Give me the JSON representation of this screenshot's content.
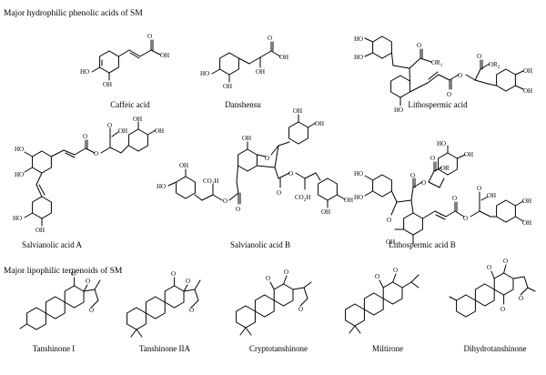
{
  "sections": {
    "hydrophilic_title": "Major hydrophilic phenolic acids of SM",
    "lipophilic_title": "Major lipophilic terpenoids of SM"
  },
  "compounds": {
    "caffeic_acid": "Caffeic acid",
    "danshensu": "Danshensu",
    "lithospermic_acid": "Lithospermic acid",
    "salvianolic_acid_a": "Salvianolic acid A",
    "salvianolic_acid_b": "Salvianolic acid B",
    "lithospermic_acid_b": "Lithospermic acid B",
    "tanshinone_i": "Tanshinone I",
    "tanshinone_iia": "Tanshinone IIA",
    "cryptotanshinone": "Cryptotanshinone",
    "miltirone": "Miltirone",
    "dihydrotanshinone": "Dihydrotanshinone"
  },
  "atom_labels": {
    "ho": "HO",
    "oh": "OH",
    "o": "O",
    "or1": "OR",
    "or1_sub": "1",
    "or2": "OR",
    "or2_sub": "2",
    "or": "OR",
    "co2h": "CO",
    "co2h_sub": "2",
    "co2h_h": "H"
  }
}
